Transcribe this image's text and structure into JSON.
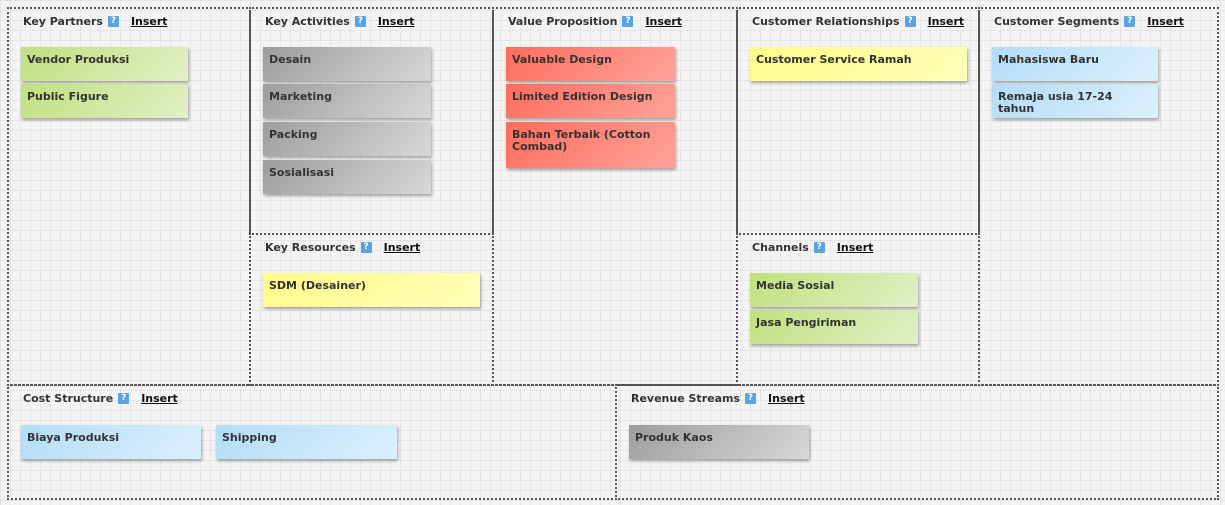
{
  "insert_label": "Insert",
  "help_glyph": "?",
  "colors": {
    "green": "#c0e07e",
    "gray": "#a8a8a8",
    "red": "#ff6c5c",
    "yellow": "#fffa8a",
    "blue": "#b3dcf7",
    "help": "#5aa3e0"
  },
  "blocks": {
    "key_partners": {
      "title": "Key Partners",
      "notes": [
        "Vendor Produksi",
        "Public Figure"
      ]
    },
    "key_activities": {
      "title": "Key Activities",
      "notes": [
        "Desain",
        "Marketing",
        "Packing",
        "Sosialisasi"
      ]
    },
    "key_resources": {
      "title": "Key Resources",
      "notes": [
        "SDM (Desainer)"
      ]
    },
    "value_proposition": {
      "title": "Value Proposition",
      "notes": [
        "Valuable Design",
        "Limited Edition Design",
        "Bahan Terbaik (Cotton Combad)"
      ]
    },
    "customer_relationships": {
      "title": "Customer Relationships",
      "notes": [
        "Customer Service Ramah"
      ]
    },
    "channels": {
      "title": "Channels",
      "notes": [
        "Media Sosial",
        "Jasa Pengiriman"
      ]
    },
    "customer_segments": {
      "title": "Customer Segments",
      "notes": [
        "Mahasiswa Baru",
        "Remaja usia 17-24 tahun"
      ]
    },
    "cost_structure": {
      "title": "Cost Structure",
      "notes": [
        "Biaya Produksi",
        "Shipping"
      ]
    },
    "revenue_streams": {
      "title": "Revenue Streams",
      "notes": [
        "Produk Kaos"
      ]
    }
  }
}
